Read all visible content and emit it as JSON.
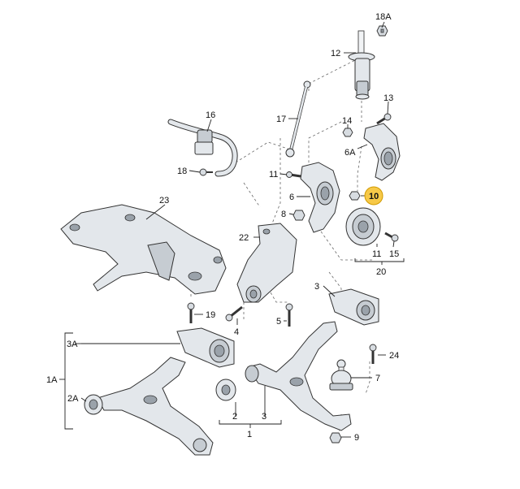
{
  "labels": {
    "l18A": "18A",
    "l12": "12",
    "l13": "13",
    "l14": "14",
    "l6A": "6A",
    "l16": "16",
    "l17": "17",
    "l18": "18",
    "l11a": "11",
    "l10": "10",
    "l6": "6",
    "l8": "8",
    "l23": "23",
    "l22": "22",
    "l11b": "11",
    "l15": "15",
    "l20": "20",
    "l19": "19",
    "l4": "4",
    "l5": "5",
    "l3": "3",
    "l3A": "3A",
    "l1A": "1A",
    "l2A": "2A",
    "l24": "24",
    "l7": "7",
    "l2": "2",
    "l3b": "3",
    "l1": "1",
    "l9": "9"
  },
  "colors": {
    "part": "#e3e7eb",
    "outline": "#333333",
    "highlight": "#f7c948"
  },
  "highlighted_part": "10"
}
